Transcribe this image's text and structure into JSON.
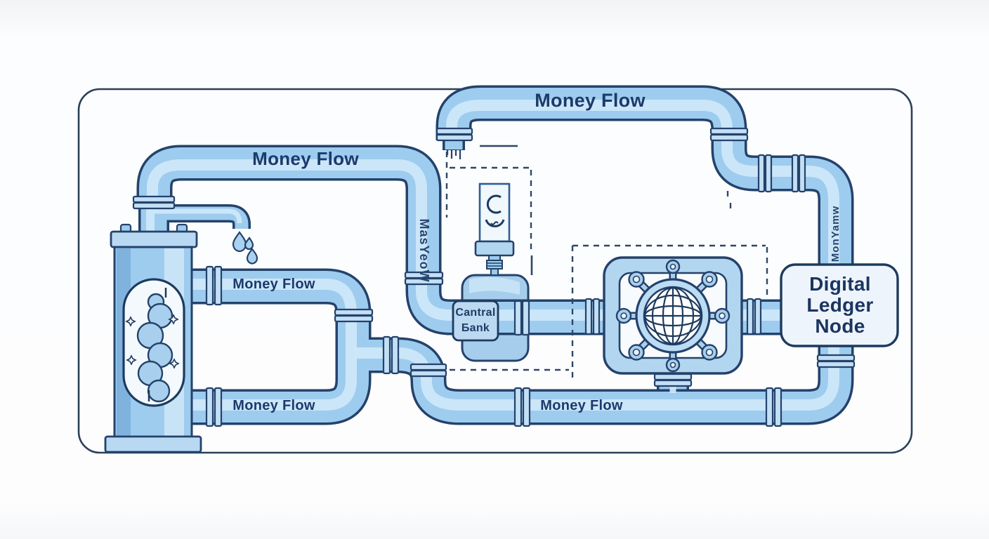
{
  "illustration": {
    "title_theme": "Money flow pipe system",
    "colors": {
      "outline": "#24426b",
      "pipe_body": "#9dccee",
      "pipe_highlight": "#cde7f9",
      "flange": "#c3dff5",
      "node_fill_light": "#eef4fb",
      "text": "#1c3a6b",
      "background": "#fbfcfd"
    }
  },
  "labels": {
    "pipe_top": "Money Flow",
    "pipe_upper_left": "Money Flow",
    "tank_outlet_upper": "Money Flow",
    "tank_outlet_lower": "Money Flow",
    "pipe_bottom": "Money Flow",
    "vertical_mid_garbled": "MasYeoW",
    "vertical_right_garbled": "MonYamw"
  },
  "nodes": {
    "central_bank": {
      "line1": "Cantral",
      "line2": "Бank"
    },
    "digital_ledger": {
      "line1": "Digital",
      "line2": "Ledger",
      "line3": "Node"
    }
  }
}
